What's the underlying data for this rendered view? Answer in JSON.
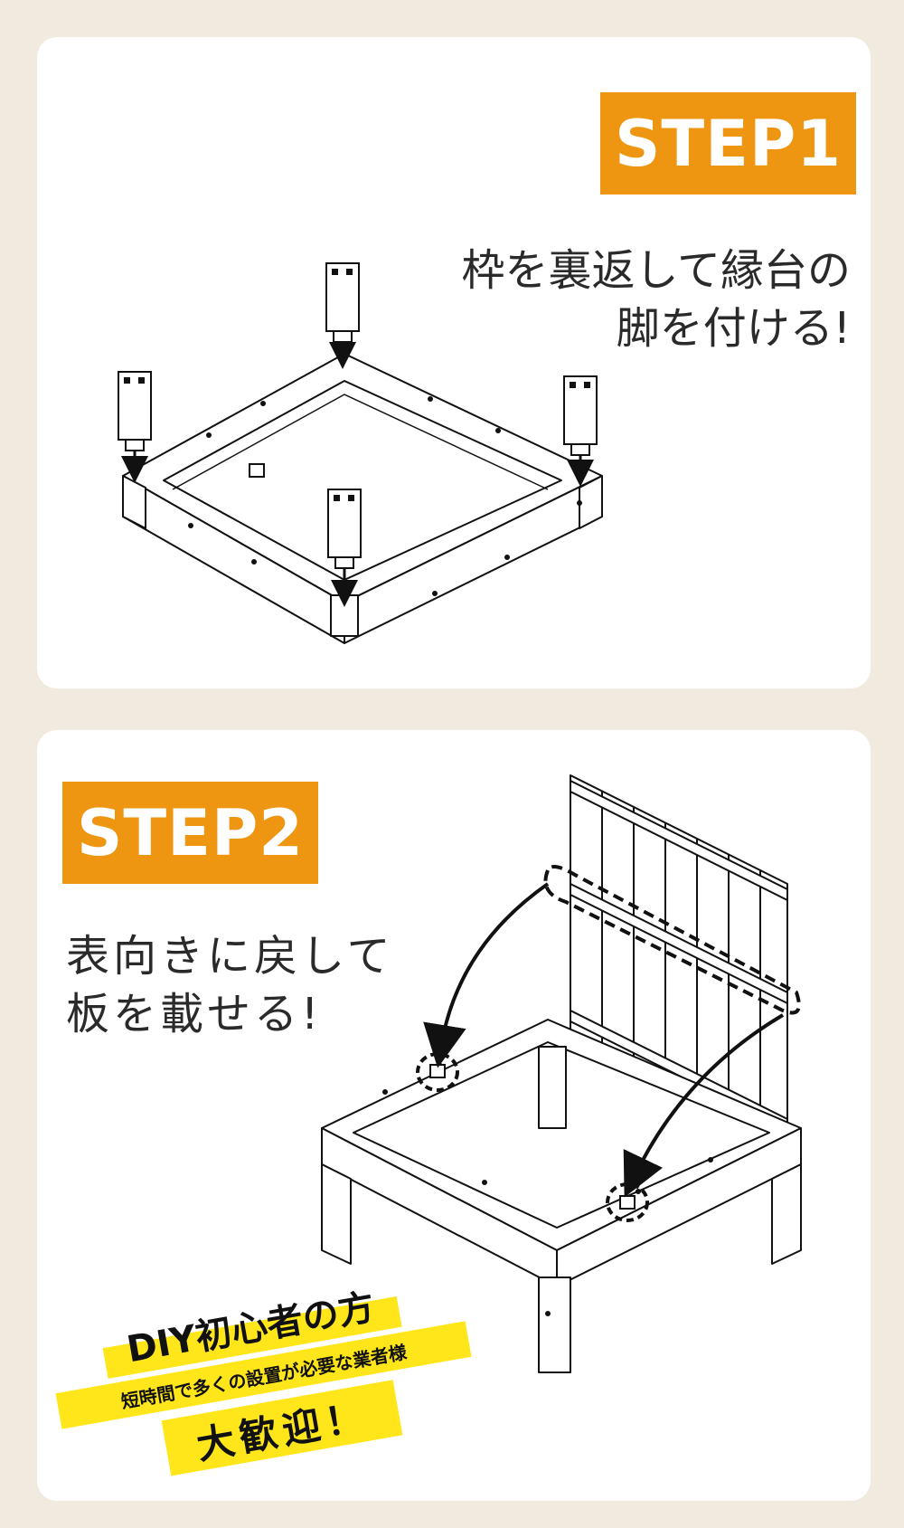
{
  "step1": {
    "badge": "STEP1",
    "line1": "枠を裏返して縁台の",
    "line2": "脚を付ける!"
  },
  "step2": {
    "badge": "STEP2",
    "line1": "表向きに戻して",
    "line2": "板を載せる!"
  },
  "promo": {
    "line1": "DIY初心者の方",
    "line2": "短時間で多くの設置が必要な業者様",
    "line3": "大歓迎！"
  },
  "colors": {
    "background": "#f0ebde",
    "card": "#ffffff",
    "badge": "#ee9611",
    "highlight": "#ffe61a"
  }
}
